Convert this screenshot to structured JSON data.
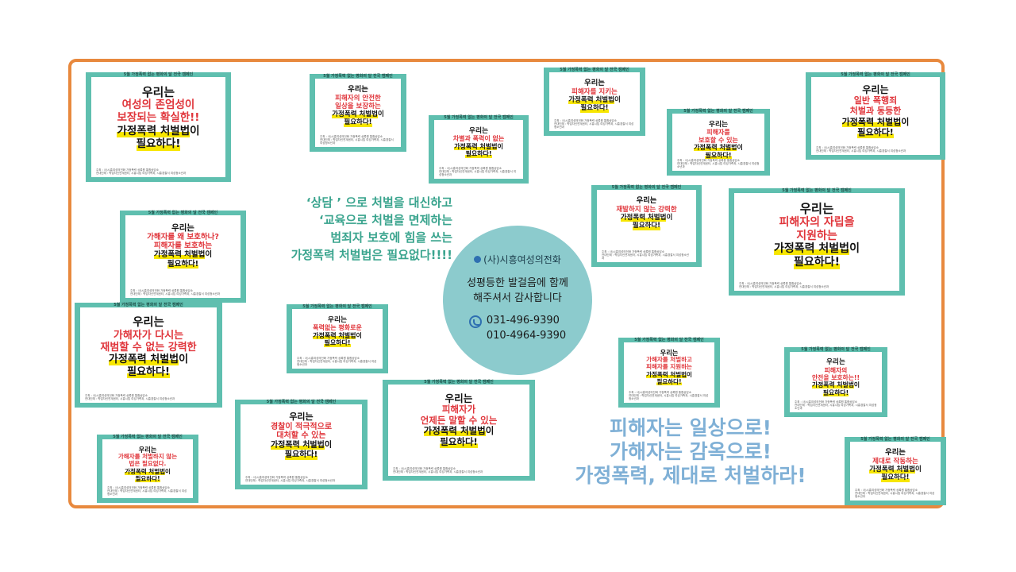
{
  "campaign_header": "5월 가정폭력 없는 평화의 달 전국 캠페인",
  "common": {
    "we_are": "우리는",
    "law": "가정폭력 처벌법",
    "law_suffix": "이",
    "need": "필요하다!",
    "footer": "주최 : 사)시흥여성의전화 가정폭력 상록원 통합상담소\n연대단체 : 학업자신연계센터, 시흥시립 여성가족과, 시흥경찰서 여성청소년과"
  },
  "cards": [
    {
      "red": "여성의 존엄성이\n보장되는 확실한!!"
    },
    {
      "red": "피해자의 안전한\n일상을 보장하는"
    },
    {
      "red": "차별과 폭력이 없는"
    },
    {
      "red": "피해자를 지키는"
    },
    {
      "red": "피해자를\n보호할 수 있는"
    },
    {
      "red": "일반 폭행죄\n처벌과 동등한"
    },
    {
      "red": "가해자를 왜 보호하나?\n피해자를 보호하는"
    },
    {
      "red": "재발하지 않는 강력한"
    },
    {
      "red": "피해자의 자립을\n지원하는"
    },
    {
      "red": "가해자가 다시는\n재범할 수 없는 강력한"
    },
    {
      "red": "폭력없는 평화로운"
    },
    {
      "red": "가해자를 처벌하고\n피해자를 지원하는"
    },
    {
      "red": "피해자의\n안전을 보호하는!!"
    },
    {
      "red": "가해자를 처벌하지 않는\n법은 필요없다."
    },
    {
      "red": "경찰이 적극적으로\n대처할 수 있는"
    },
    {
      "red": "피해자가\n언제든 말할 수 있는"
    },
    {
      "red": "제대로 작동하는"
    }
  ],
  "message": {
    "lines": [
      "‘상담 ’ 으로 처벌을 대신하고",
      "‘교육으로 처벌을 면제하는",
      "범죄자 보호에 힘을 쓰는",
      "가정폭력 처벌법은 필요없다!!!!"
    ]
  },
  "center": {
    "org": "(사)시흥여성의전화",
    "thanks": "성평등한 발걸음에 함께\n해주셔서 감사합니다",
    "phone1": "031-496-9390",
    "phone2": "010-4964-9390"
  },
  "slogan": {
    "lines": [
      "피해자는 일상으로!",
      "가해자는 감옥으로!",
      "가정폭력, 제대로 처벌하라!"
    ]
  },
  "colors": {
    "teal": "#5fbfaf",
    "red": "#e0353b",
    "highlight": "#f7e600",
    "frame": "#e8893e",
    "circle": "#8ccbcd"
  }
}
